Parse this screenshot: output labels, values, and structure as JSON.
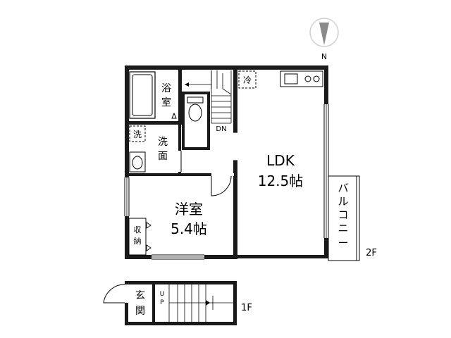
{
  "compass": {
    "label": "N"
  },
  "rooms": {
    "bath": "浴室",
    "washroom": "洗面",
    "washer": "洗",
    "fridge": "冷",
    "stairs_down": "DN",
    "ldk_name": "LDK",
    "ldk_size": "12.5帖",
    "western_name": "洋室",
    "western_size": "5.4帖",
    "storage": "収納",
    "balcony": "バルコニー",
    "entrance": "玄関",
    "stairs_up": "UP"
  },
  "floors": {
    "upper": "2F",
    "lower": "1F"
  }
}
